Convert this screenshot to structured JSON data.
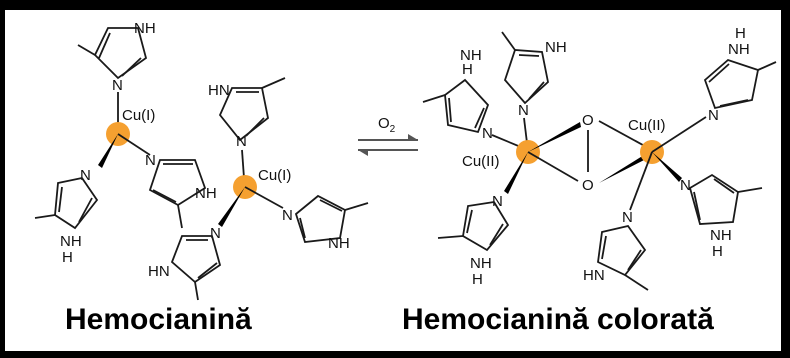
{
  "left": {
    "caption": "Hemocianină",
    "cu_label_1": "Cu(I)",
    "cu_label_2": "Cu(I)"
  },
  "right": {
    "caption": "Hemocianină colorată",
    "cu_label_1": "Cu(II)",
    "cu_label_2": "Cu(II)",
    "oxygen_label": "O"
  },
  "equilibrium": {
    "reagent": "O",
    "reagent_subscript": "2"
  },
  "atoms": {
    "n": "N",
    "nh": "NH",
    "hn": "HN",
    "h": "H"
  },
  "colors": {
    "copper": "#F5A030",
    "border": "#000000"
  }
}
